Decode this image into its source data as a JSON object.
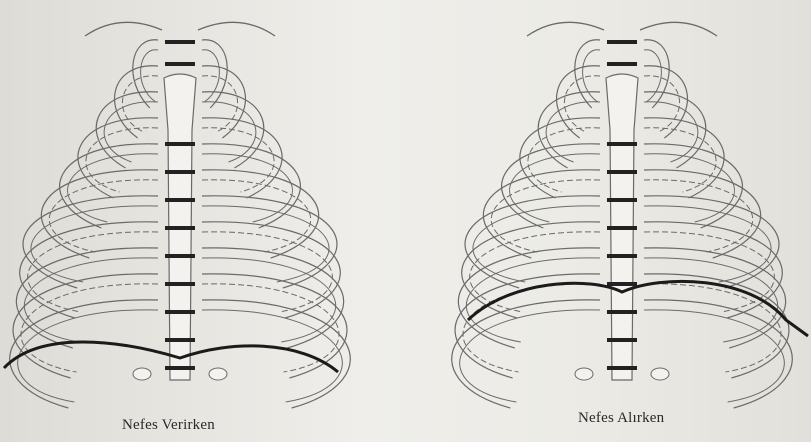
{
  "figures": [
    {
      "caption": "Nefes Verirken",
      "diaphragm": "low"
    },
    {
      "caption": "Nefes Alırken",
      "diaphragm": "high"
    }
  ],
  "colors": {
    "paper": "#ecebe6",
    "ink": "#222222",
    "rib_line": "#6a6a6a"
  }
}
